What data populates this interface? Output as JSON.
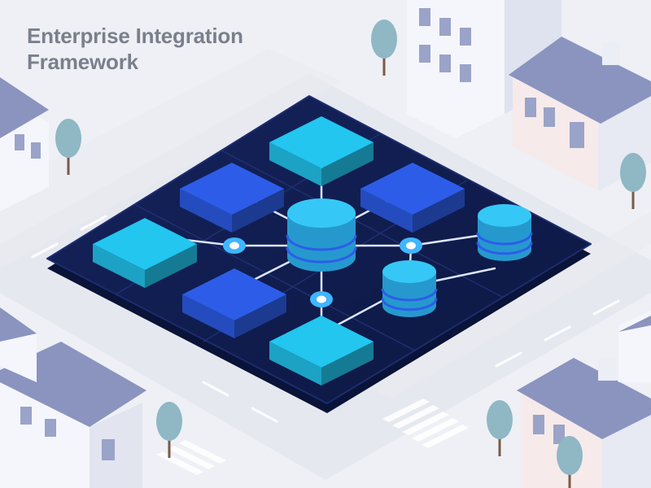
{
  "title": {
    "line1": "Enterprise Integration",
    "line2": "Framework"
  },
  "colors": {
    "background": "#eef0f5",
    "road": "#e4e6ee",
    "platform": "#0d1a4a",
    "connector": "#dde6ff",
    "block_cyan": "#22c6ef",
    "block_blue": "#2d5de8",
    "database": "#2bb4f2",
    "node_dot": "#3fb6ff",
    "building_roof": "#8a94bf",
    "building_wall": "#f5f6fb",
    "building_wall_pink": "#f6eaea",
    "tree_foliage": "#8fb7c4",
    "tree_trunk": "#7a5a48"
  },
  "diagram": {
    "blocks": [
      {
        "name": "module-block-top",
        "color": "cyan"
      },
      {
        "name": "module-block-upper-left",
        "color": "blue"
      },
      {
        "name": "module-block-upper-right",
        "color": "blue"
      },
      {
        "name": "module-block-left",
        "color": "cyan"
      },
      {
        "name": "module-block-center-left",
        "color": "blue"
      },
      {
        "name": "module-block-bottom",
        "color": "cyan"
      }
    ],
    "databases": [
      {
        "name": "database-central",
        "size": "large"
      },
      {
        "name": "database-right",
        "size": "small"
      },
      {
        "name": "database-lower-right",
        "size": "small"
      }
    ],
    "hub_nodes": [
      {
        "name": "hub-node-left"
      },
      {
        "name": "hub-node-right"
      },
      {
        "name": "hub-node-bottom"
      }
    ],
    "surroundings": {
      "buildings": 6,
      "trees": 6
    }
  }
}
